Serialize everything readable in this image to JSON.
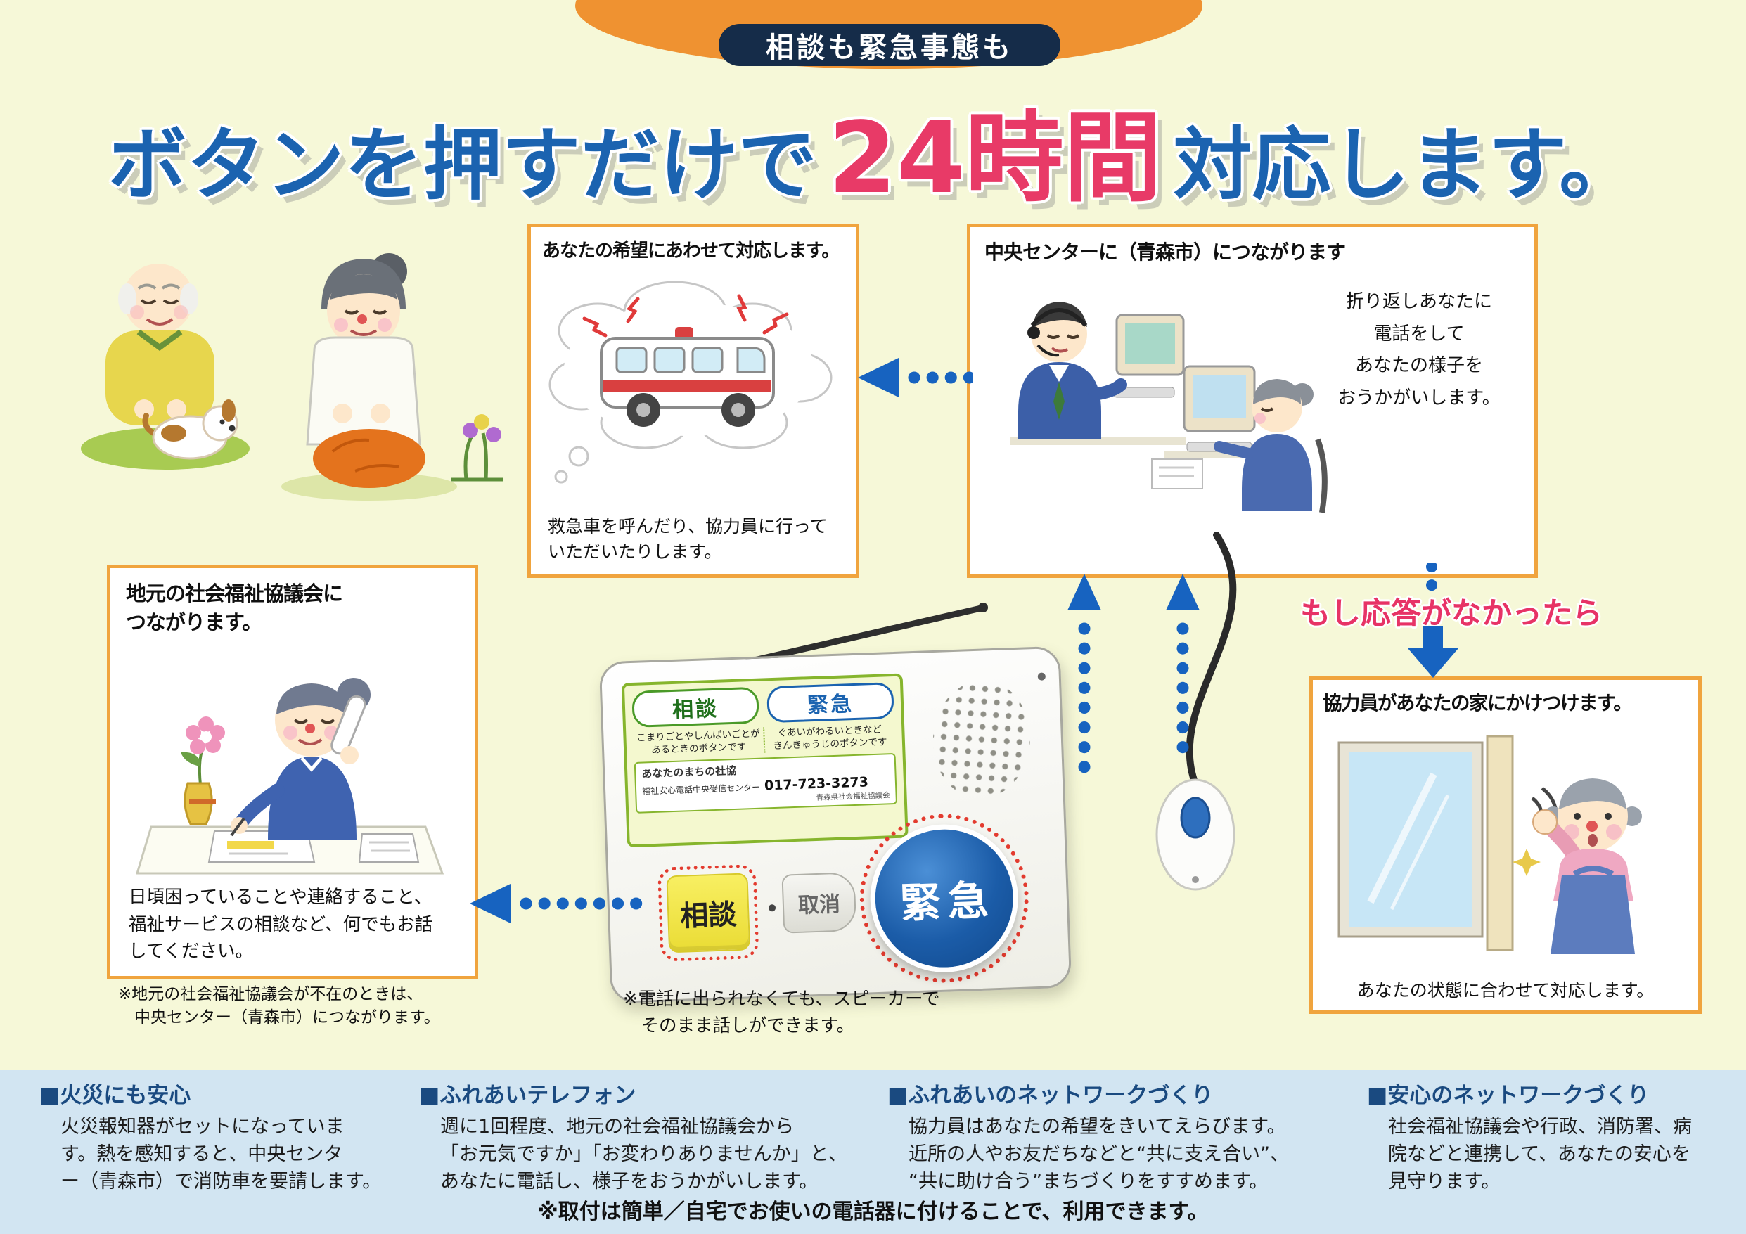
{
  "colors": {
    "background": "#f6f8d8",
    "box_border_orange": "#f0a43e",
    "title_blue": "#1b63b0",
    "highlight_red": "#e83a67",
    "arrow_blue": "#1763c0",
    "footer_band_blue": "#d2e5f2",
    "banner_orange": "#ef9231"
  },
  "banner": {
    "label": "相談も緊急事態も"
  },
  "title": {
    "part1": "ボタンを押すだけで",
    "highlight": "24時間",
    "part2": "対応します。"
  },
  "boxes": {
    "hope": {
      "title": "あなたの希望にあわせて対応します。",
      "caption": "救急車を呼んだり、協力員に行って\nいただいたりします。"
    },
    "center": {
      "title": "中央センターに（青森市）につながります",
      "side_text": "折り返しあなたに\n電話をして\nあなたの様子を\nおうかがいします。"
    },
    "local": {
      "title": "地元の社会福祉協議会に\nつながります。",
      "caption": "日頃困っていることや連絡すること、\n福祉サービスの相談など、何でもお話\nしてください。",
      "footnote": "※地元の社会福祉協議会が不在のときは、\n　中央センター（青森市）につながります。"
    },
    "helper": {
      "lead": "もし応答がなかったら",
      "title": "協力員があなたの家にかけつけます。",
      "caption": "あなたの状態に合わせて対応します。"
    }
  },
  "device": {
    "panel": {
      "soudan_chip": "相談",
      "soudan_desc": "こまりごとやしんぱいごとが\nあるときのボタンです",
      "kinkyu_chip": "緊急",
      "kinkyu_desc": "ぐあいがわるいときなど\nきんきゅうじのボタンです",
      "org_line1": "あなたのまちの社協",
      "org_line2": "福祉安心電話中央受信センター",
      "phone": "017-723-3273",
      "org_line3": "青森県社会福祉協議会"
    },
    "buttons": {
      "soudan": "相談",
      "cancel": "取消",
      "kinkyu": "緊急"
    },
    "note": "※電話に出られなくても、スピーカーで\n　そのまま話しができます。"
  },
  "footer": {
    "columns": [
      {
        "title": "■火災にも安心",
        "body": "火災報知器がセットになっていま\nす。熱を感知すると、中央センタ\nー（青森市）で消防車を要請します。"
      },
      {
        "title": "■ふれあいテレフォン",
        "body": "週に1回程度、地元の社会福祉協議会から\n「お元気ですか」「お変わりありませんか」と、\nあなたに電話し、様子をおうかがいします。"
      },
      {
        "title": "■ふれあいのネットワークづくり",
        "body": "協力員はあなたの希望をきいてえらびます。\n近所の人やお友だちなどと“共に支え合い”、\n“共に助け合う”まちづくりをすすめます。"
      },
      {
        "title": "■安心のネットワークづくり",
        "body": "社会福祉協議会や行政、消防署、病\n院などと連携して、あなたの安心を\n見守ります。"
      }
    ],
    "note": "※取付は簡単／自宅でお使いの電話器に付けることで、利用できます。"
  }
}
